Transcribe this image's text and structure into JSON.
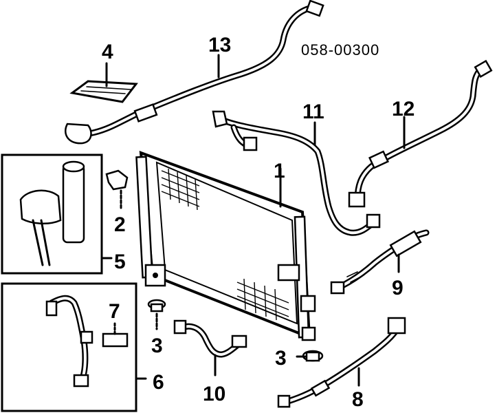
{
  "diagram": {
    "part_number": "058-00300",
    "callouts": [
      {
        "id": "1",
        "label": "1"
      },
      {
        "id": "2",
        "label": "2"
      },
      {
        "id": "3a",
        "label": "3"
      },
      {
        "id": "3b",
        "label": "3"
      },
      {
        "id": "4",
        "label": "4"
      },
      {
        "id": "5",
        "label": "5"
      },
      {
        "id": "6",
        "label": "6"
      },
      {
        "id": "7",
        "label": "7"
      },
      {
        "id": "8",
        "label": "8"
      },
      {
        "id": "9",
        "label": "9"
      },
      {
        "id": "10",
        "label": "10"
      },
      {
        "id": "11",
        "label": "11"
      },
      {
        "id": "12",
        "label": "12"
      },
      {
        "id": "13",
        "label": "13"
      }
    ],
    "colors": {
      "ink": "#000000",
      "paper": "#ffffff"
    }
  }
}
